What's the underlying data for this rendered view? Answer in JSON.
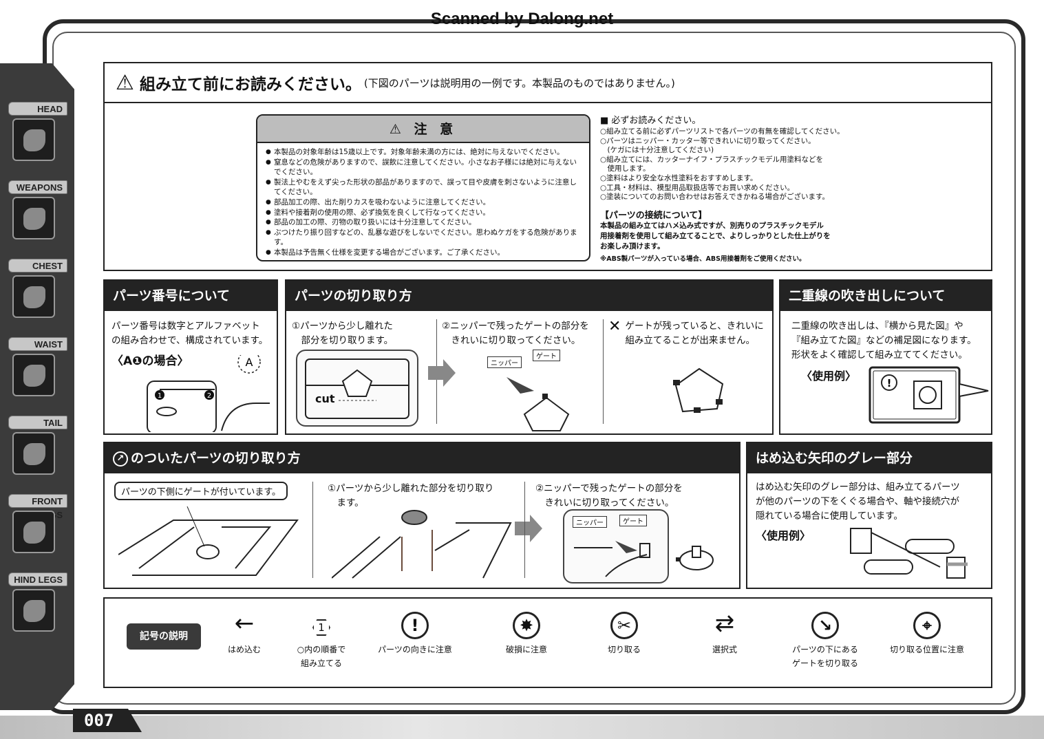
{
  "scan_credit": "Scanned by Dalong.net",
  "page_number": "007",
  "sidebar": {
    "tabs": [
      "HEAD",
      "WEAPONS",
      "CHEST",
      "WAIST",
      "TAIL",
      "FRONT LEGS",
      "HIND LEGS"
    ]
  },
  "warning": {
    "icon": "warning-triangle-icon",
    "title": "組み立て前にお読みください。",
    "subtitle": "(下図のパーツは説明用の一例です。本製品のものではありません。)",
    "caution_title": "注 意",
    "caution_items": [
      "本製品の対象年齢は15歳以上です。対象年齢未満の方には、絶対に与えないでください。",
      "窒息などの危険がありますので、誤飲に注意してください。小さなお子様には絶対に与えないでください。",
      "製法上やむをえず尖った形状の部品がありますので、誤って目や皮膚を刺さないように注意してください。",
      "部品加工の際、出た削りカスを吸わないように注意してください。",
      "塗料や接着剤の使用の際、必ず換気を良くして行なってください。",
      "部品の加工の際、刃物の取り扱いには十分注意してください。",
      "ぶつけたり振り回すなどの、乱暴な遊びをしないでください。思わぬケガをする危険があります。",
      "本製品は予告無く仕様を変更する場合がございます。ご了承ください。"
    ],
    "must_read_heading": "■ 必ずお読みください。",
    "must_read_items": [
      "○組み立てる前に必ずパーツリストで各パーツの有無を確認してください。",
      "○パーツはニッパー・カッター等できれいに切り取ってください。",
      "　(ケガには十分注意してください)",
      "○組み立てには、カッターナイフ・プラスチックモデル用塗料などを",
      "　使用します。",
      "○塗料はより安全な水性塗料をおすすめします。",
      "○工具・材料は、模型用品取扱店等でお買い求めください。",
      "○塗装についてのお問い合わせはお答えできかねる場合がございます。"
    ],
    "connection_heading": "【パーツの接続について】",
    "connection_lines": [
      "本製品の組み立てはハメ込み式ですが、別売りのプラスチックモデル",
      "用接着剤を使用して組み立てることで、よりしっかりとした仕上がりを",
      "お楽しみ頂けます。"
    ],
    "connection_note": "※ABS製パーツが入っている場合、ABS用接着剤をご使用ください。"
  },
  "part_number": {
    "title": "パーツ番号について",
    "body": [
      "パーツ番号は数字とアルファベット",
      "の組み合わせで、構成されています。"
    ],
    "example": "〈A❶の場合〉",
    "runner_letter": "A",
    "gate_labels": [
      "1",
      "2"
    ]
  },
  "cutting": {
    "title": "パーツの切り取り方",
    "step1": [
      "①パーツから少し離れた",
      "　部分を切り取ります。"
    ],
    "cut_label": "cut",
    "step2": [
      "②ニッパーで残ったゲートの部分を",
      "　きれいに切り取ってください。"
    ],
    "nipper_label": "ニッパー",
    "gate_label": "ゲート",
    "bad_mark": "✕",
    "bad": [
      "ゲートが残っていると、きれいに",
      "組み立てることが出来ません。"
    ]
  },
  "double_line": {
    "title": "二重線の吹き出しについて",
    "body": [
      "二重線の吹き出しは、『横から見た図』や",
      "『組み立てた図』などの補足図になります。",
      "形状をよく確認して組み立ててください。"
    ],
    "example": "〈使用例〉"
  },
  "gate_parts": {
    "title": "のついたパーツの切り取り方",
    "callout": "パーツの下側にゲートが付いています。",
    "step1": [
      "①パーツから少し離れた部分を切り取り",
      "　ます。"
    ],
    "step2": [
      "②ニッパーで残ったゲートの部分を",
      "　きれいに切り取ってください。"
    ],
    "nipper_label": "ニッパー",
    "gate_label": "ゲート"
  },
  "grey_arrow": {
    "title": "はめ込む矢印のグレー部分",
    "body": [
      "はめ込む矢印のグレー部分は、組み立てるパーツ",
      "が他のパーツの下をくぐる場合や、軸や接続穴が",
      "隠れている場合に使用しています。"
    ],
    "example": "〈使用例〉"
  },
  "legend": {
    "tag": "記号の説明",
    "symbols": [
      {
        "glyph": "←",
        "icon": "insert-arrow-icon",
        "label": [
          "はめ込む"
        ]
      },
      {
        "glyph": "1",
        "icon": "hexagon-number-icon",
        "label": [
          "○内の順番で",
          "組み立てる"
        ]
      },
      {
        "glyph": "!",
        "icon": "orientation-warning-icon",
        "label": [
          "パーツの向きに注意"
        ]
      },
      {
        "glyph": "✸",
        "icon": "breakage-icon",
        "label": [
          "破損に注意"
        ]
      },
      {
        "glyph": "✂",
        "icon": "cut-icon",
        "label": [
          "切り取る"
        ]
      },
      {
        "glyph": "⇄",
        "icon": "choice-arrows-icon",
        "label": [
          "選択式"
        ]
      },
      {
        "glyph": "↘",
        "icon": "under-gate-icon",
        "label": [
          "パーツの下にある",
          "ゲートを切り取る"
        ]
      },
      {
        "glyph": "⌖",
        "icon": "cut-position-icon",
        "label": [
          "切り取る位置に注意"
        ]
      }
    ]
  }
}
